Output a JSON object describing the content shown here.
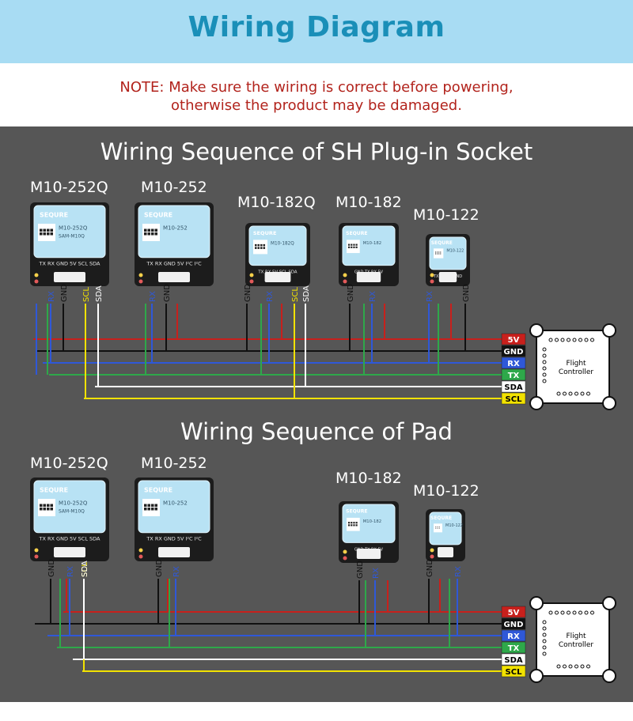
{
  "header": {
    "title": "Wiring Diagram"
  },
  "note": {
    "line1": "NOTE: Make sure the wiring is correct before powering,",
    "line2": "otherwise the product may be damaged."
  },
  "colors": {
    "header_bg": "#a8dcf3",
    "title": "#1a8fb8",
    "note": "#b2231c",
    "panel_bg": "#565656",
    "wire_5v": "#c8201c",
    "wire_gnd": "#111111",
    "wire_rx": "#2f58d8",
    "wire_tx": "#2ea84a",
    "wire_sda": "#ffffff",
    "wire_scl": "#f2e200",
    "module_face": "#b8e2f4"
  },
  "brand": "SEQURE",
  "flight_controller": {
    "line1": "Flight",
    "line2": "Controller"
  },
  "bus_labels": [
    "5V",
    "GND",
    "RX",
    "TX",
    "SDA",
    "SCL"
  ],
  "sections": [
    {
      "title": "Wiring Sequence of SH Plug-in Socket",
      "modules": [
        {
          "name": "M10-252Q",
          "face_model": "M10-252Q",
          "face_sub": "SAM-M10Q",
          "pinout": "TX RX GND 5V SCL SDA",
          "pins": [
            "TX",
            "RX",
            "GND",
            "5V",
            "SCL",
            "SDA"
          ]
        },
        {
          "name": "M10-252",
          "face_model": "M10-252",
          "face_sub": "",
          "pinout": "TX RX GND 5V I²C I²C",
          "pins": [
            "TX",
            "RX",
            "GND",
            "5V"
          ]
        },
        {
          "name": "M10-182Q",
          "face_model": "M10-182Q",
          "face_sub": "",
          "pinout": "TX RX 5V SCL SDA",
          "pins": [
            "GND",
            "TX",
            "RX",
            "5V",
            "SCL",
            "SDA"
          ]
        },
        {
          "name": "M10-182",
          "face_model": "M10-182",
          "face_sub": "",
          "pinout": "GND TX RX 5V",
          "pins": [
            "GND",
            "TX",
            "RX",
            "5V"
          ]
        },
        {
          "name": "M10-122",
          "face_model": "M10-122",
          "face_sub": "",
          "pinout": "TX RX 5V GND",
          "pins": [
            "TX",
            "RX",
            "5V",
            "GND"
          ]
        }
      ]
    },
    {
      "title": "Wiring Sequence of Pad",
      "modules": [
        {
          "name": "M10-252Q",
          "face_model": "M10-252Q",
          "face_sub": "SAM-M10Q",
          "pinout": "TX RX GND 5V SCL SDA",
          "pins": [
            "GND",
            "5V",
            "TX",
            "RX",
            "SCL",
            "SDA"
          ]
        },
        {
          "name": "M10-252",
          "face_model": "M10-252",
          "face_sub": "",
          "pinout": "TX RX GND 5V I²C I²C",
          "pins": [
            "GND",
            "5V",
            "TX",
            "RX"
          ]
        },
        {
          "name": "M10-182",
          "face_model": "M10-182",
          "face_sub": "",
          "pinout": "GND TX RX 5V",
          "pins": [
            "GND",
            "5V",
            "TX",
            "RX"
          ]
        },
        {
          "name": "M10-122",
          "face_model": "M10-122",
          "face_sub": "",
          "pinout": "",
          "pins": [
            "GND",
            "5V",
            "TX",
            "RX"
          ]
        }
      ]
    }
  ]
}
